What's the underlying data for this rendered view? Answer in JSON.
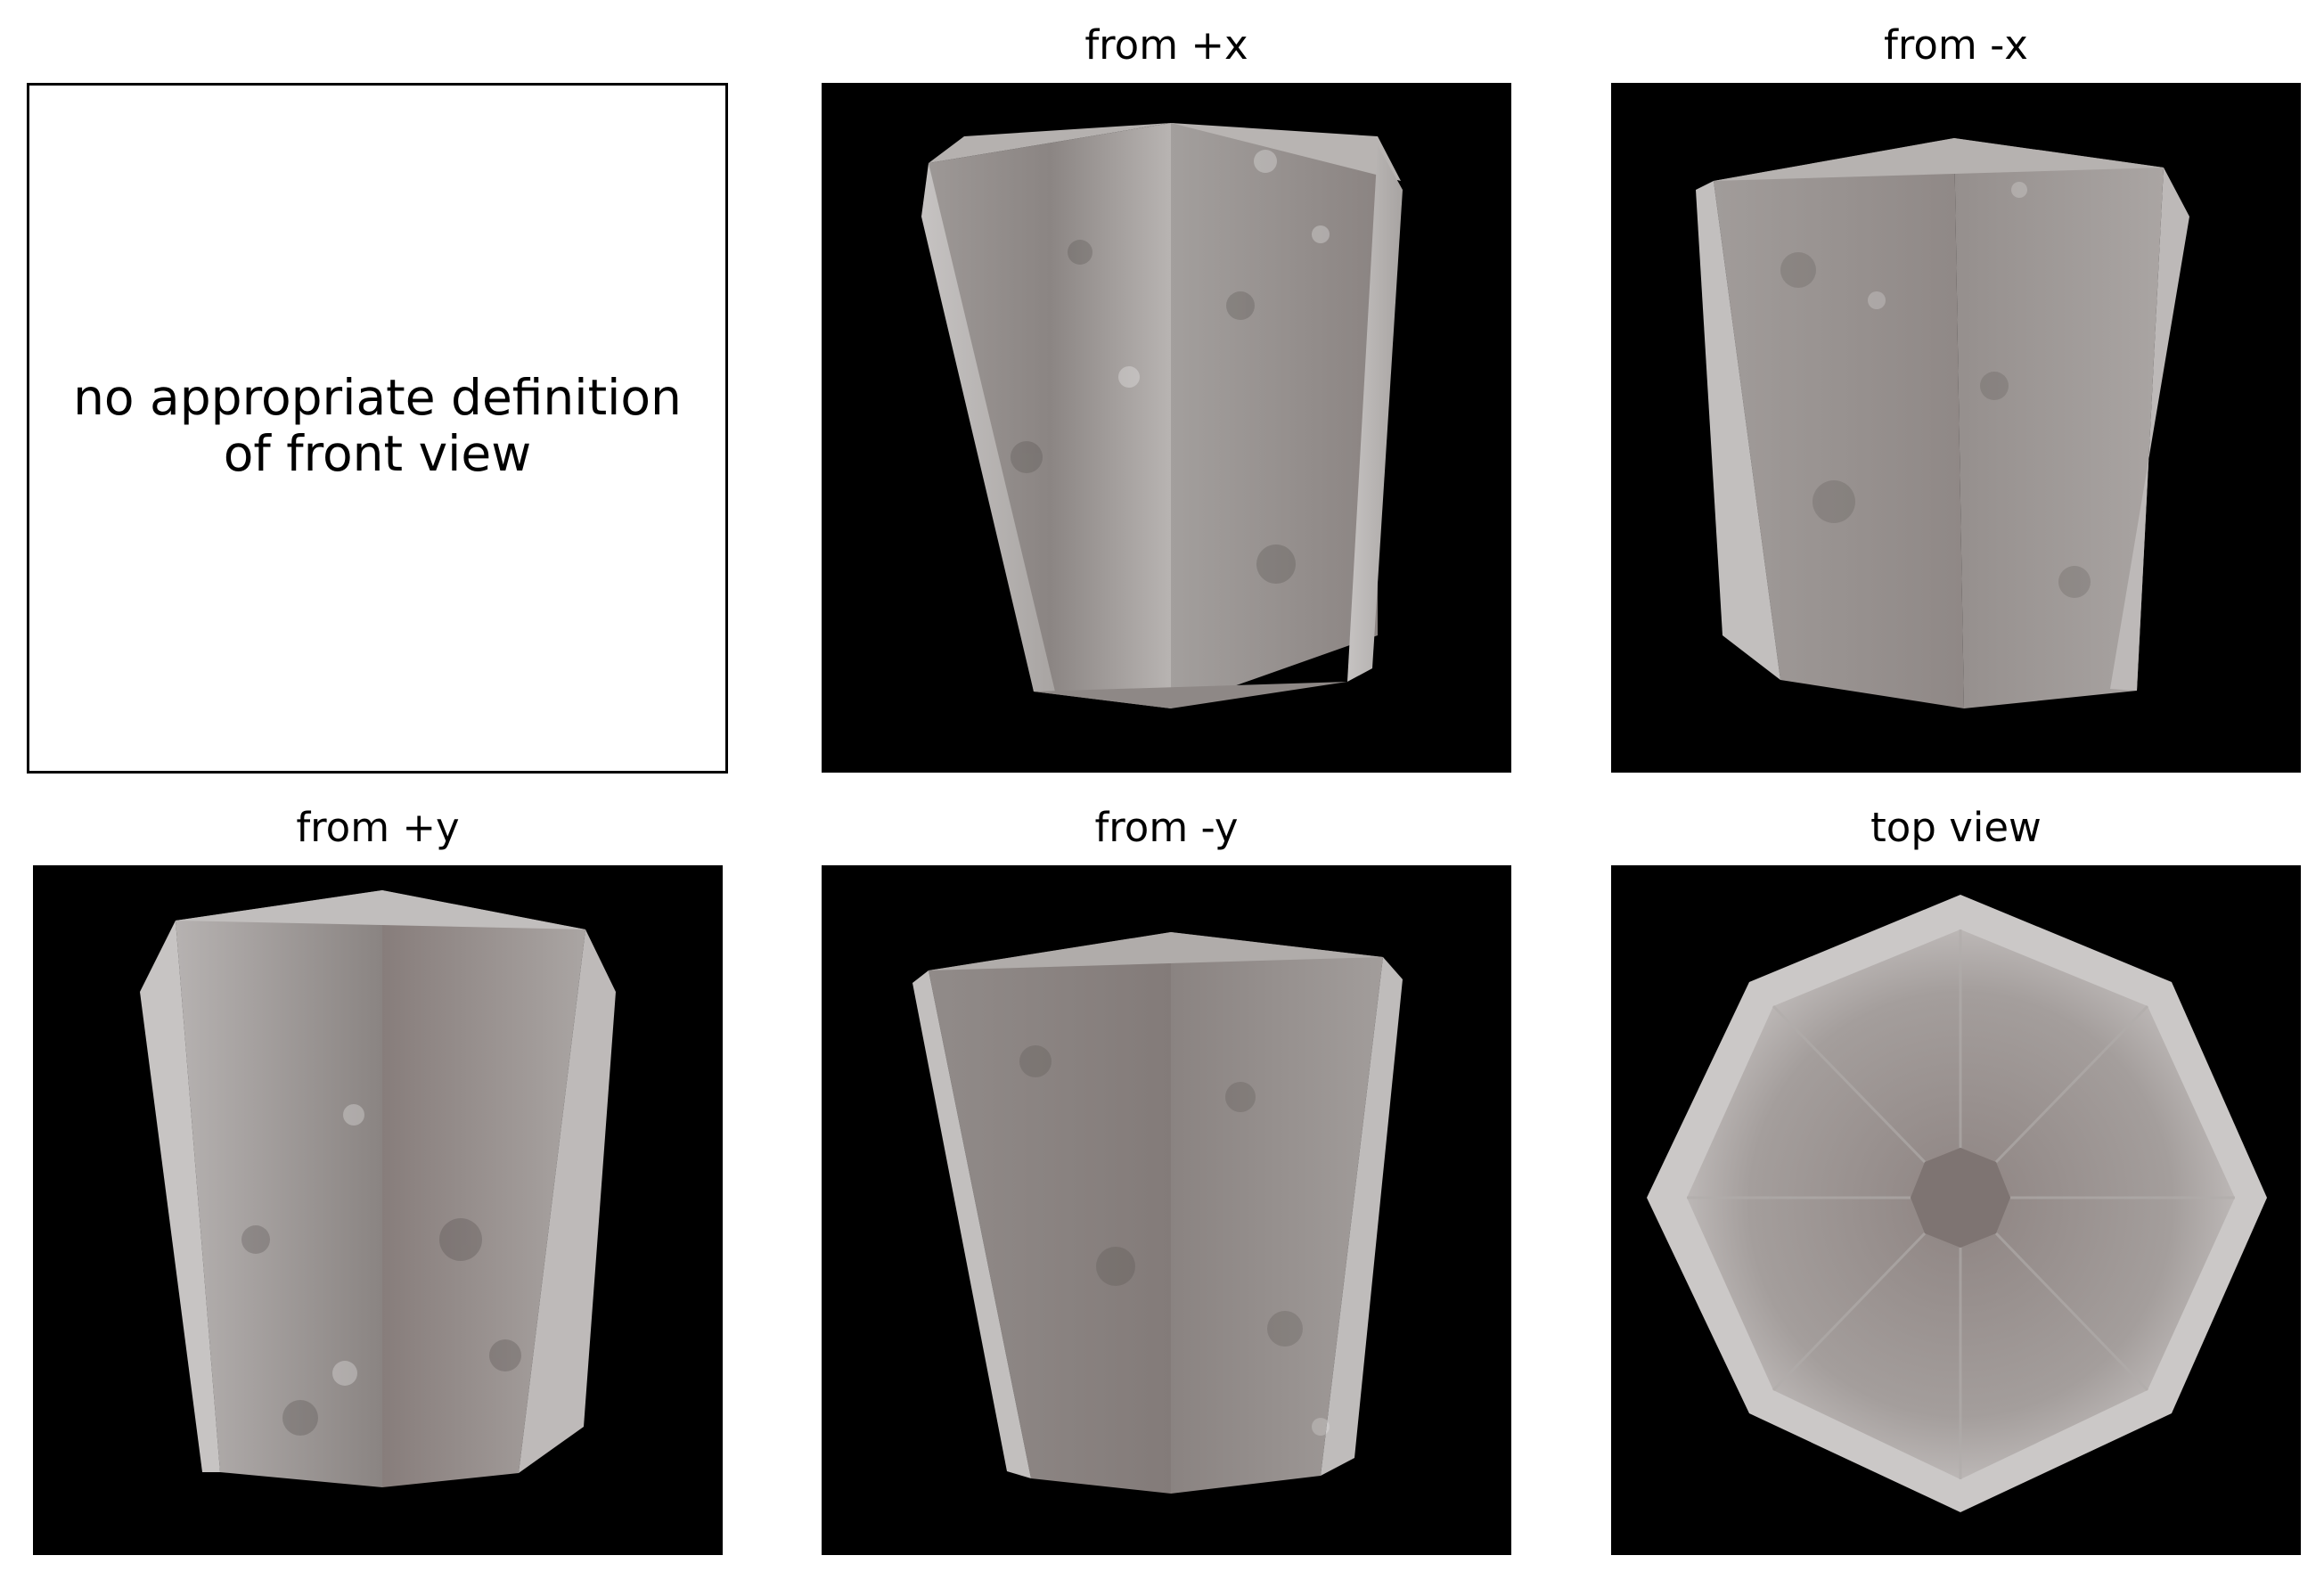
{
  "panels": {
    "front": {
      "note": "no appropriate definition\nof front view"
    },
    "plus_x": {
      "title": "from +x",
      "icon": "octagonal-frustum-render"
    },
    "minus_x": {
      "title": "from -x",
      "icon": "octagonal-frustum-render"
    },
    "plus_y": {
      "title": "from +y",
      "icon": "octagonal-frustum-render"
    },
    "minus_y": {
      "title": "from -y",
      "icon": "octagonal-frustum-render"
    },
    "top": {
      "title": "top view",
      "icon": "octagon-top-render"
    }
  },
  "colors": {
    "background": "#ffffff",
    "render_background": "#000000",
    "surface_light": "#b7b3b1",
    "surface_mid": "#928b88",
    "surface_dark": "#6f6966"
  }
}
